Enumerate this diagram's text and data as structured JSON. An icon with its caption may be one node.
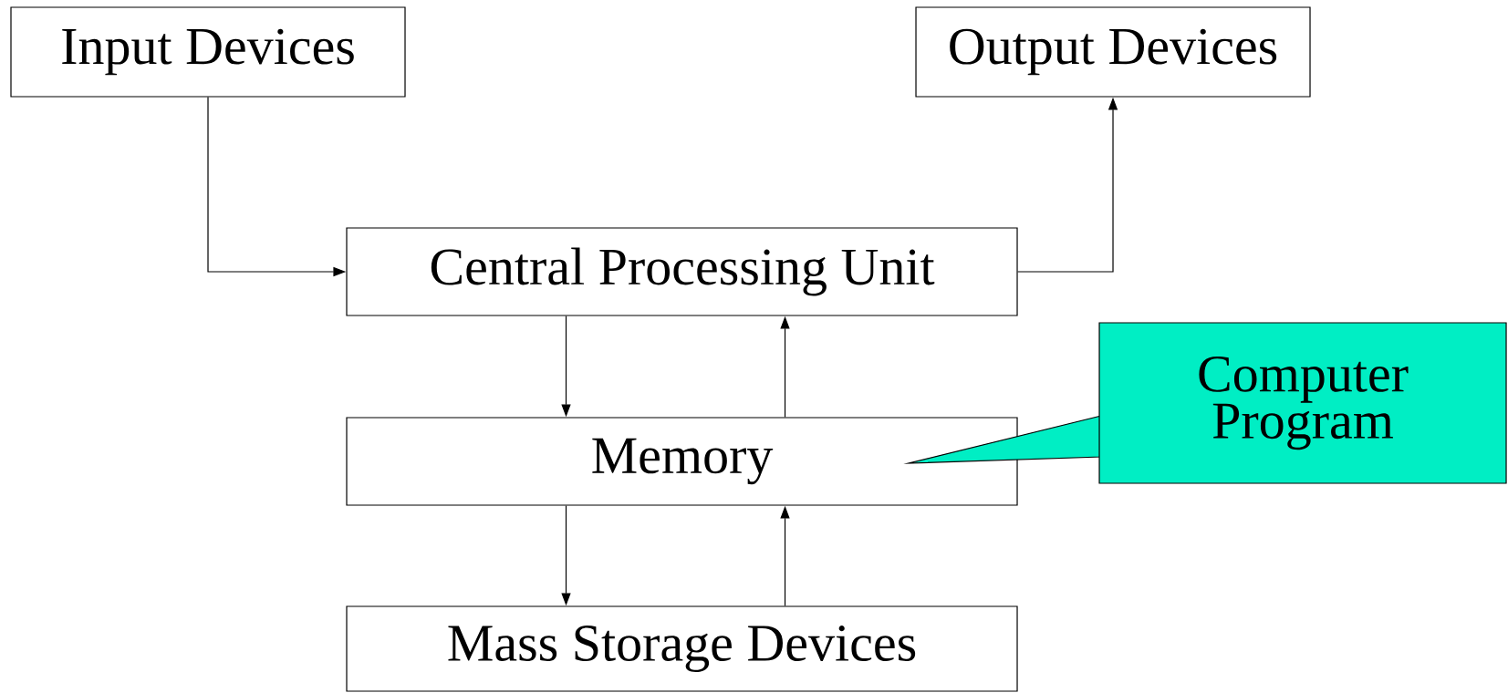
{
  "diagram": {
    "nodes": [
      {
        "text": [
          "Input Devices"
        ]
      },
      {
        "text": [
          "Central Processing Unit"
        ]
      },
      {
        "text": [
          "Output Devices"
        ]
      },
      {
        "text": [
          "Memory"
        ]
      },
      {
        "text": [
          "Mass Storage Devices"
        ]
      },
      {
        "text": [
          "Computer Program"
        ]
      }
    ],
    "edges": [
      {
        "from": 0,
        "to": 1,
        "arrow": "to"
      },
      {
        "from": 1,
        "to": 2,
        "arrow": "to"
      },
      {
        "from": 1,
        "to": 3,
        "arrow": "to"
      },
      {
        "from": 3,
        "to": 1,
        "arrow": "to"
      },
      {
        "from": 3,
        "to": 4,
        "arrow": "to"
      },
      {
        "from": 4,
        "to": 3,
        "arrow": "to"
      }
    ]
  }
}
